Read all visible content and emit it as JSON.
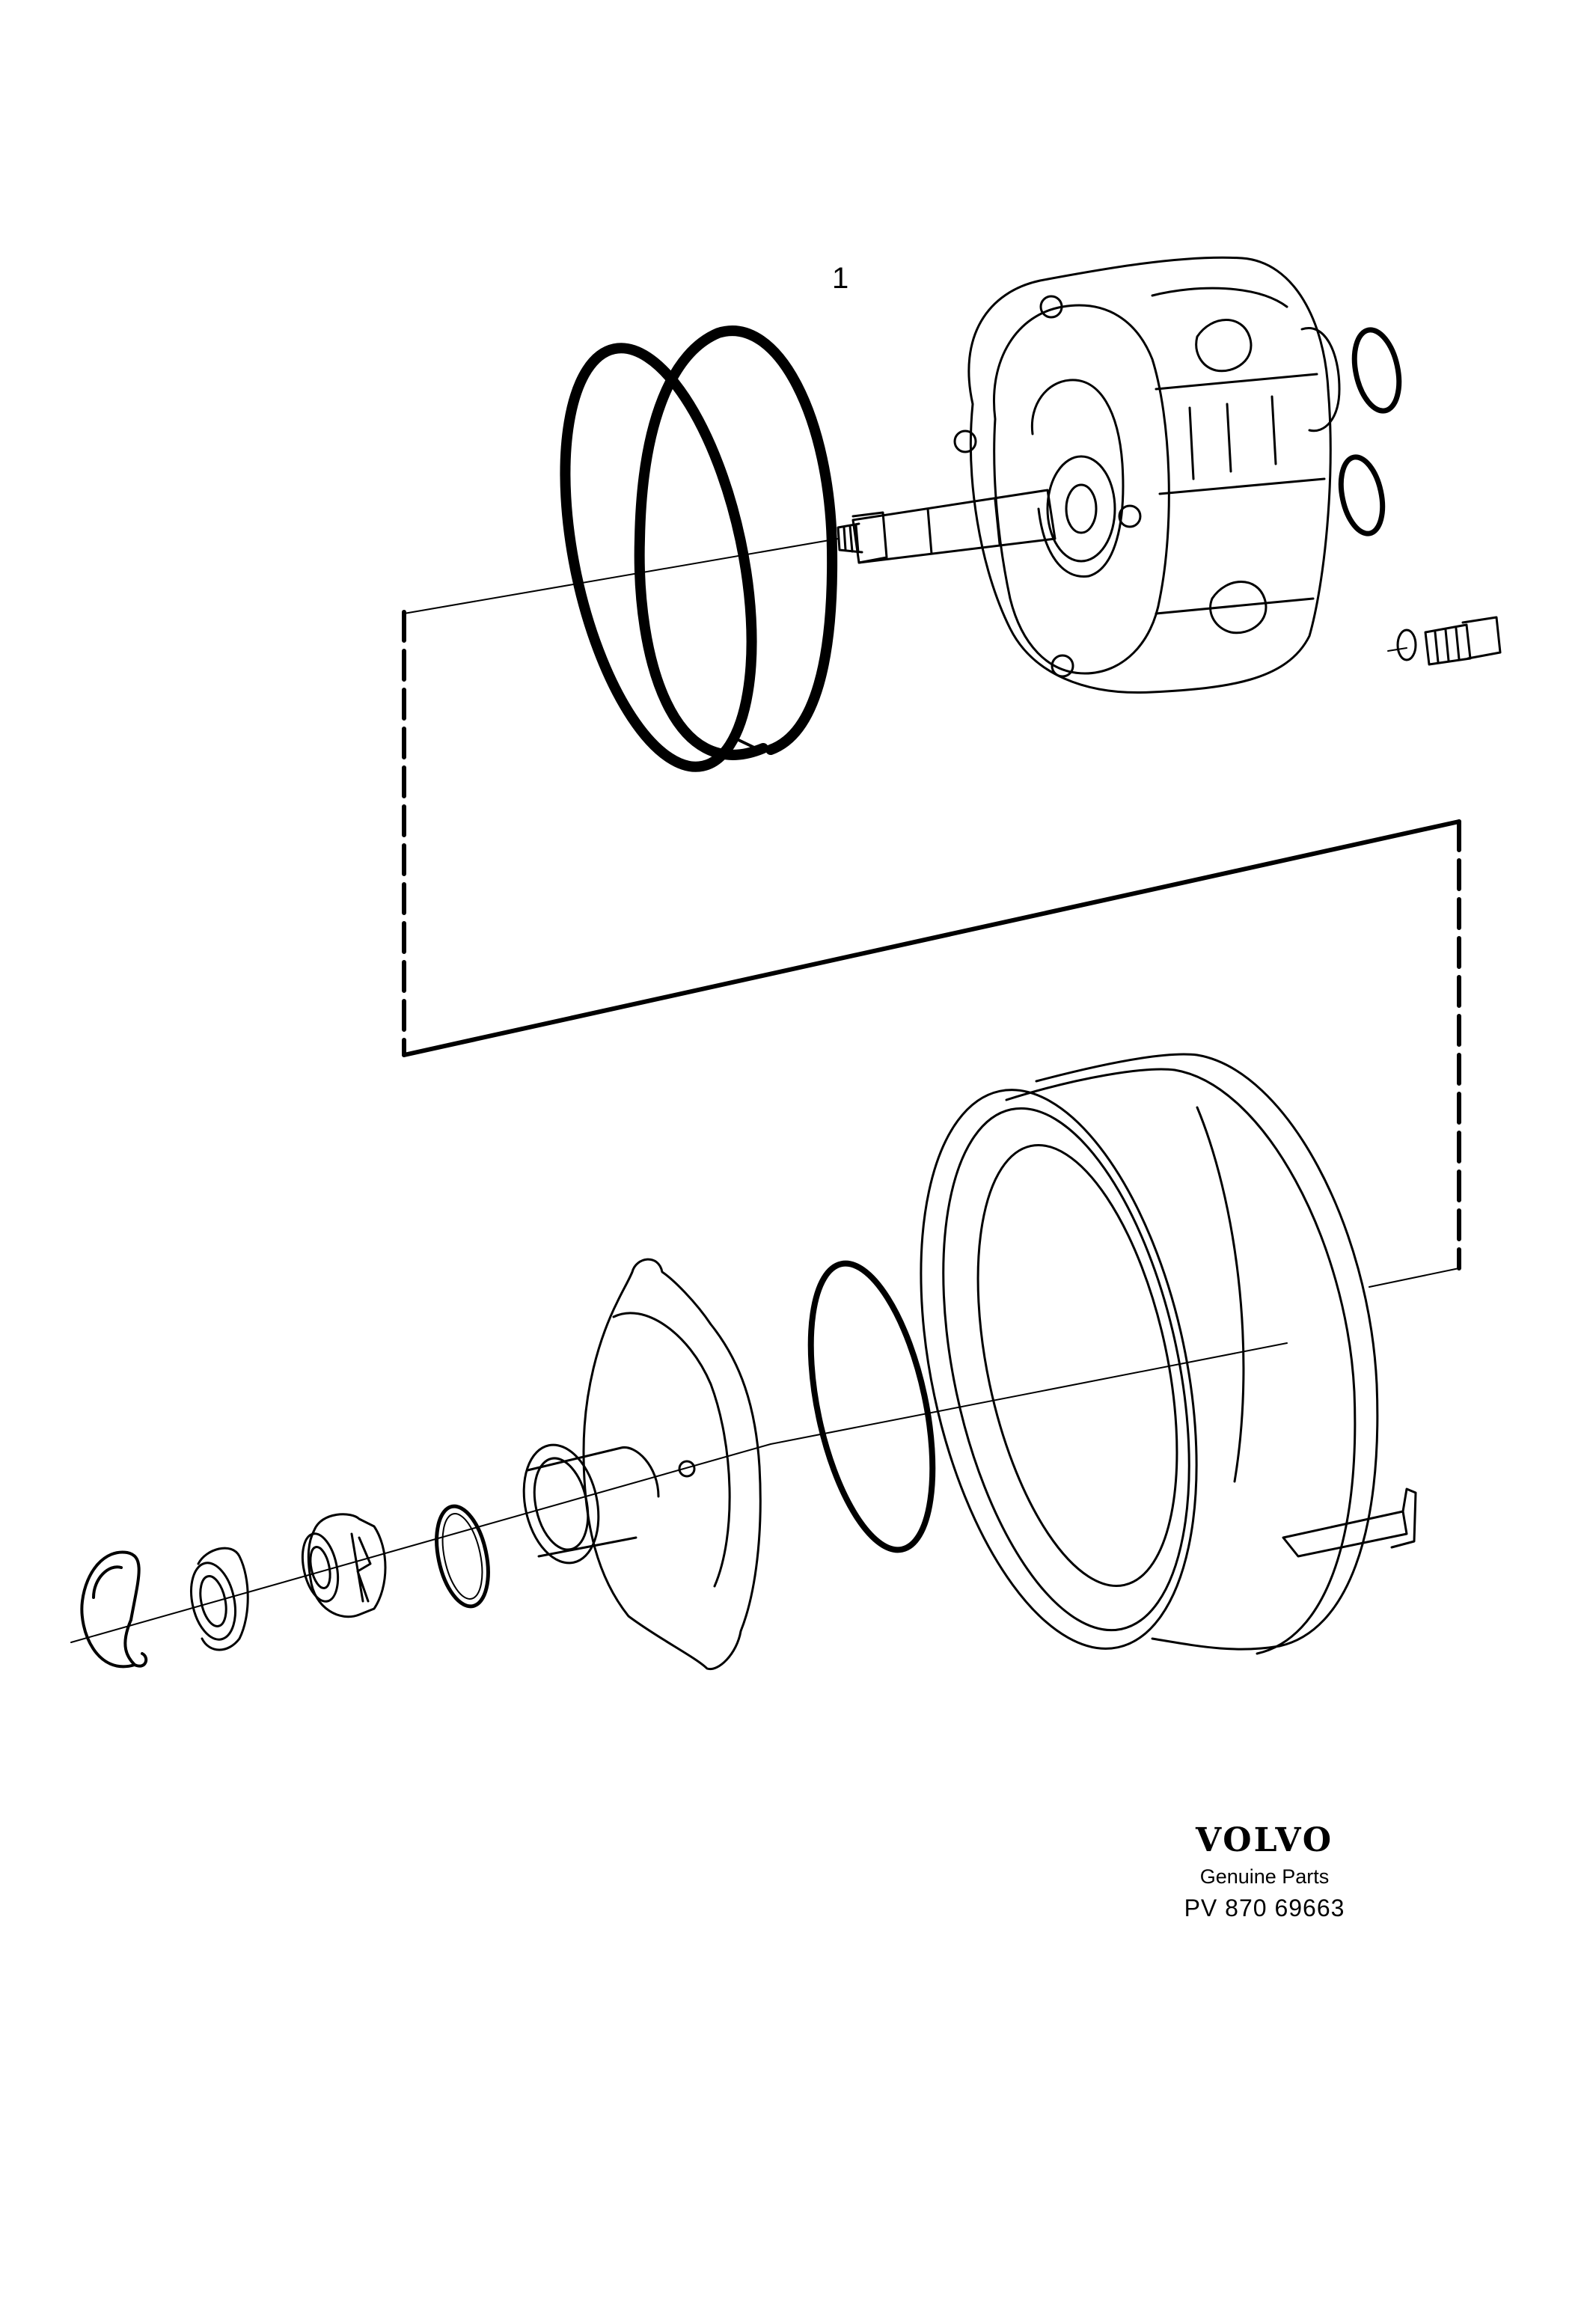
{
  "diagram": {
    "callouts": [
      {
        "label": "1"
      }
    ]
  },
  "branding": {
    "logo_text": "VOLVO",
    "subtitle": "Genuine Parts",
    "part_number": "PV 870 69663"
  },
  "colors": {
    "line": "#000000",
    "background": "#ffffff"
  }
}
